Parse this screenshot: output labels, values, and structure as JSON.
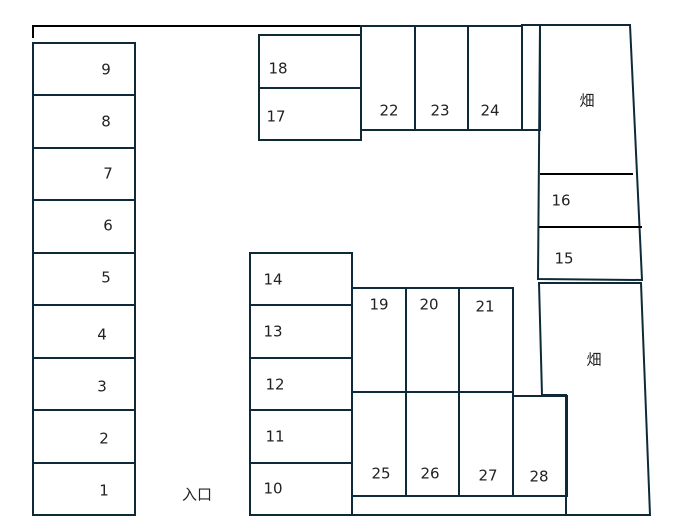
{
  "title": "parking lot layout",
  "entrance_label": "入口",
  "field_label": "畑",
  "spaces": {
    "s1": "1",
    "s2": "2",
    "s3": "3",
    "s4": "4",
    "s5": "5",
    "s6": "6",
    "s7": "7",
    "s8": "8",
    "s9": "9",
    "s10": "10",
    "s11": "11",
    "s12": "12",
    "s13": "13",
    "s14": "14",
    "s15": "15",
    "s16": "16",
    "s17": "17",
    "s18": "18",
    "s19": "19",
    "s20": "20",
    "s21": "21",
    "s22": "22",
    "s23": "23",
    "s24": "24",
    "s25": "25",
    "s26": "26",
    "s27": "27",
    "s28": "28"
  },
  "colors": {
    "line": "#0e2a38"
  }
}
